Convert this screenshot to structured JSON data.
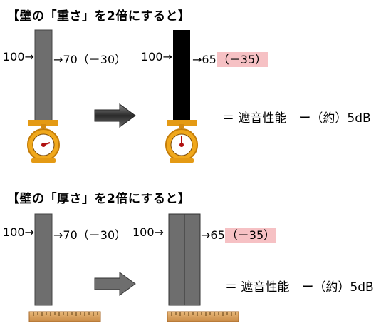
{
  "section1": {
    "heading": "【壁の「重さ」を2倍にすると】",
    "left_input": "100→",
    "left_output": "→70（－30）",
    "right_input": "100→",
    "right_output_value": "→65",
    "right_output_change": "（－35）",
    "result": "＝ 遮音性能　ー（約）5dB"
  },
  "section2": {
    "heading": "【壁の「厚さ」を2倍にすると】",
    "left_input": "100→",
    "left_output": "→70（－30）",
    "right_input": "100→",
    "right_output_value": "→65",
    "right_output_change": "（－35）",
    "result": "＝ 遮音性能　ー（約）5dB"
  },
  "colors": {
    "wall_gray": "#6e6e6e",
    "wall_heavy": "#000000",
    "highlight": "#f6c1c4",
    "scale_body": "#f0a81c",
    "ruler": "#d9a05b"
  },
  "icons": [
    "scale-icon",
    "ruler-icon",
    "right-arrow-icon"
  ]
}
